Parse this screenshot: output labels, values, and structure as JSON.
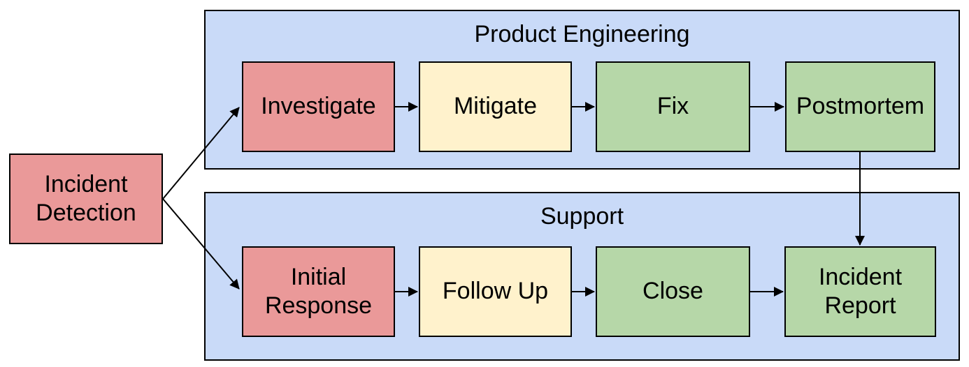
{
  "colors": {
    "canvas_bg": "#FFFFFF",
    "lane_fill": "#C9DAF8",
    "stage_red": "#EA9999",
    "stage_yellow": "#FFF2CC",
    "stage_green": "#B6D7A8",
    "border": "#000000",
    "text": "#000000"
  },
  "start_node": {
    "label": "Incident Detection",
    "fill": "#EA9999"
  },
  "lanes": [
    {
      "title": "Product Engineering",
      "nodes": [
        {
          "label": "Investigate",
          "fill": "#EA9999"
        },
        {
          "label": "Mitigate",
          "fill": "#FFF2CC"
        },
        {
          "label": "Fix",
          "fill": "#B6D7A8"
        },
        {
          "label": "Postmortem",
          "fill": "#B6D7A8"
        }
      ]
    },
    {
      "title": "Support",
      "nodes": [
        {
          "label": "Initial Response",
          "fill": "#EA9999"
        },
        {
          "label": "Follow Up",
          "fill": "#FFF2CC"
        },
        {
          "label": "Close",
          "fill": "#B6D7A8"
        },
        {
          "label": "Incident Report",
          "fill": "#B6D7A8"
        }
      ]
    }
  ],
  "edges": [
    {
      "from": "Incident Detection",
      "to": "Investigate"
    },
    {
      "from": "Incident Detection",
      "to": "Initial Response"
    },
    {
      "from": "Investigate",
      "to": "Mitigate"
    },
    {
      "from": "Mitigate",
      "to": "Fix"
    },
    {
      "from": "Fix",
      "to": "Postmortem"
    },
    {
      "from": "Postmortem",
      "to": "Incident Report"
    },
    {
      "from": "Initial Response",
      "to": "Follow Up"
    },
    {
      "from": "Follow Up",
      "to": "Close"
    },
    {
      "from": "Close",
      "to": "Incident Report"
    }
  ]
}
